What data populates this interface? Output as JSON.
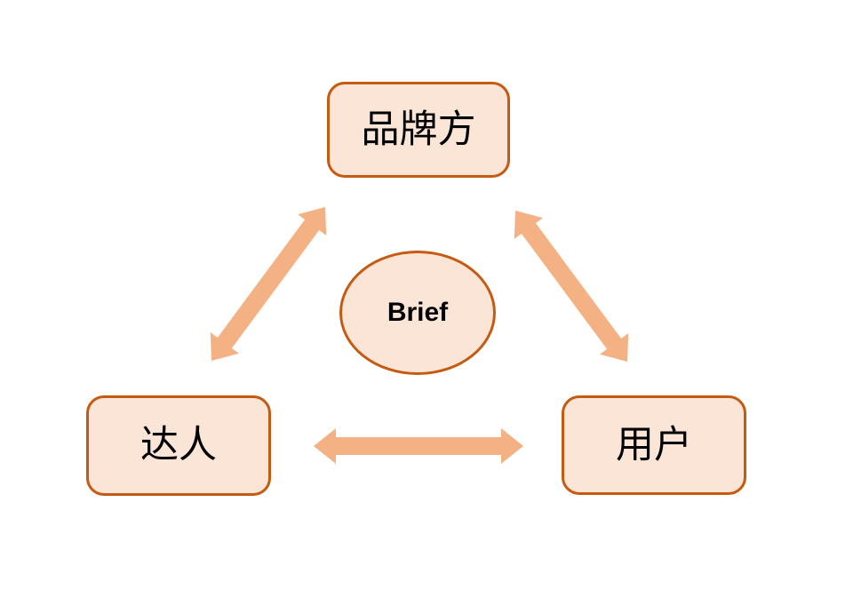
{
  "diagram": {
    "nodes": {
      "brand": {
        "label": "品牌方"
      },
      "influencer": {
        "label": "达人"
      },
      "user": {
        "label": "用户"
      },
      "brief": {
        "label": "Brief"
      }
    },
    "edges": [
      {
        "from": "品牌方",
        "to": "达人",
        "style": "double-headed-arrow"
      },
      {
        "from": "品牌方",
        "to": "用户",
        "style": "double-headed-arrow"
      },
      {
        "from": "达人",
        "to": "用户",
        "style": "double-headed-arrow"
      }
    ],
    "colors": {
      "background": "#FFFFFF",
      "node_fill": "#FBE5D6",
      "node_border": "#C55A11",
      "arrow_fill": "#F4B183",
      "text": "#000000"
    }
  }
}
